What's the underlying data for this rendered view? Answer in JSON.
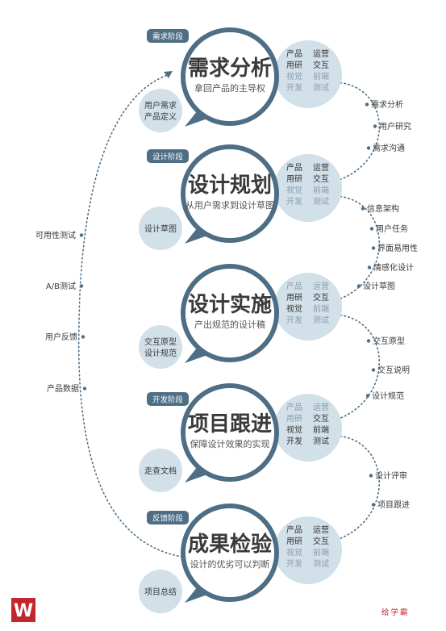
{
  "colors": {
    "ring": "#4e6e85",
    "tag": "#4e6e85",
    "bubble": "#d2e0e9",
    "bubble_light": "#e3ecf2",
    "title": "#3a3a3a",
    "sub": "#555555",
    "role_on": "#333333",
    "role_off": "#8a9eab",
    "dots": "#4e6e85",
    "brand": "#c0282d"
  },
  "stages": [
    {
      "tag": "需求阶段",
      "title": "需求分析",
      "subtitle": "拿回产品的主导权",
      "output": [
        "用户需求",
        "产品定义"
      ],
      "roles": [
        [
          "产品",
          true
        ],
        [
          "运营",
          true
        ],
        [
          "用研",
          true
        ],
        [
          "交互",
          true
        ],
        [
          "视觉",
          false
        ],
        [
          "前端",
          false
        ],
        [
          "开发",
          false
        ],
        [
          "测试",
          false
        ]
      ],
      "tasks": [
        "需求分析",
        "用户研究",
        "需求沟通"
      ]
    },
    {
      "tag": "设计阶段",
      "title": "设计规划",
      "subtitle": "从用户需求到设计草图",
      "output": [
        "设计草图"
      ],
      "roles": [
        [
          "产品",
          true
        ],
        [
          "运营",
          true
        ],
        [
          "用研",
          true
        ],
        [
          "交互",
          true
        ],
        [
          "视觉",
          false
        ],
        [
          "前端",
          false
        ],
        [
          "开发",
          false
        ],
        [
          "测试",
          false
        ]
      ],
      "tasks": [
        "信息架构",
        "用户任务",
        "界面易用性",
        "情感化设计",
        "设计草图"
      ]
    },
    {
      "tag": "",
      "title": "设计实施",
      "subtitle": "产出规范的设计稿",
      "output": [
        "交互原型",
        "设计规范"
      ],
      "roles": [
        [
          "产品",
          false
        ],
        [
          "运营",
          false
        ],
        [
          "用研",
          true
        ],
        [
          "交互",
          true
        ],
        [
          "视觉",
          true
        ],
        [
          "前端",
          false
        ],
        [
          "开发",
          false
        ],
        [
          "测试",
          false
        ]
      ],
      "tasks": [
        "交互原型",
        "交互说明",
        "设计规范"
      ]
    },
    {
      "tag": "开发阶段",
      "title": "项目跟进",
      "subtitle": "保障设计效果的实现",
      "output": [
        "走查文档"
      ],
      "roles": [
        [
          "产品",
          false
        ],
        [
          "运营",
          false
        ],
        [
          "用研",
          false
        ],
        [
          "交互",
          true
        ],
        [
          "视觉",
          true
        ],
        [
          "前端",
          true
        ],
        [
          "开发",
          true
        ],
        [
          "测试",
          true
        ]
      ],
      "tasks": [
        "设计评审",
        "项目跟进"
      ]
    },
    {
      "tag": "反馈阶段",
      "title": "成果检验",
      "subtitle": "设计的优劣可以判断",
      "output": [
        "项目总结"
      ],
      "roles": [
        [
          "产品",
          true
        ],
        [
          "运营",
          true
        ],
        [
          "用研",
          true
        ],
        [
          "交互",
          true
        ],
        [
          "视觉",
          false
        ],
        [
          "前端",
          false
        ],
        [
          "开发",
          false
        ],
        [
          "测试",
          false
        ]
      ],
      "tasks": []
    }
  ],
  "feedback": [
    "可用性测试",
    "A/B测试",
    "用户反馈",
    "产品数据"
  ],
  "brand": {
    "logo_text": "W",
    "name": "给学霸"
  }
}
